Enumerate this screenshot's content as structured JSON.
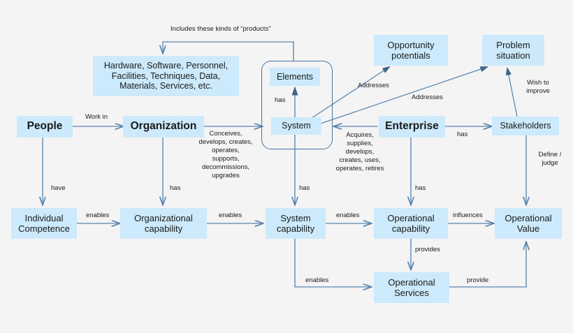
{
  "diagram": {
    "title": "Systems engineering concept relationship diagram",
    "background_color": "#f4f4f4",
    "node_fill": "#cceafb",
    "line_color": "#5b85b0",
    "group_border_color": "#4a73a0",
    "nodes": {
      "people": "People",
      "organization": "Organization",
      "products": "Hardware, Software, Personnel,\nFacilities, Techniques, Data,\nMaterials, Services, etc.",
      "elements": "Elements",
      "system": "System",
      "opportunity_potentials": "Opportunity\npotentials",
      "problem_situation": "Problem\nsituation",
      "enterprise": "Enterprise",
      "stakeholders": "Stakeholders",
      "individual_competence": "Individual\nCompetence",
      "organizational_capability": "Organizational\ncapability",
      "system_capability": "System\ncapability",
      "operational_capability": "Operational\ncapability",
      "operational_value": "Operational\nValue",
      "operational_services": "Operational\nServices"
    },
    "edge_labels": {
      "includes_products": "Includes these kinds of “products”",
      "work_in": "Work in",
      "conceives": "Conceives,\ndevelops, creates,\noperates,\nsupports,\ndecommissions,\nupgrades",
      "has_elements": "has",
      "addresses_opportunity": "Addresses",
      "addresses_problem": "Addresses",
      "wish_to_improve": "Wish to\nimprove",
      "enterprise_has_stakeholders": "has",
      "people_have": "have",
      "organization_has": "has",
      "system_has": "has",
      "enterprise_has": "has",
      "define_judge": "Define /\njudge",
      "enables_1": "enables",
      "enables_2": "enables",
      "enables_3": "enables",
      "influences": "influences",
      "provides": "provides",
      "enables_4": "enables",
      "provide": "provide",
      "acquires": "Acquires,\nsupplies,\ndevelops,\ncreates, uses,\noperates, retires"
    }
  }
}
